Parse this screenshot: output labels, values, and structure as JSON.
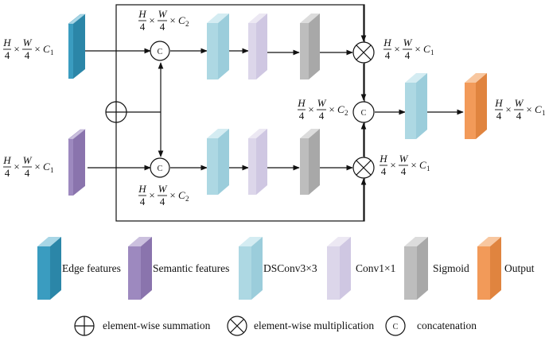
{
  "colors": {
    "edge": "#3a9cc0",
    "semantic": "#9d89bf",
    "dsconv": "#add8e3",
    "conv1x1": "#dcd6ea",
    "sigmoid": "#bdbdbd",
    "output": "#f29a59"
  },
  "dims": {
    "h": "H",
    "four": "4",
    "w": "W",
    "times": "×",
    "c": "C",
    "one": "1",
    "two": "2"
  },
  "nodes": {
    "concat_symbol": "C"
  },
  "legend": {
    "edge_features": "Edge features",
    "semantic_features": "Semantic features",
    "dsconv": "DSConv3×3",
    "conv1x1": "Conv1×1",
    "sigmoid": "Sigmoid",
    "output": "Output",
    "summation": "element-wise summation",
    "multiplication": "element-wise multiplication",
    "concatenation": "concatenation"
  }
}
